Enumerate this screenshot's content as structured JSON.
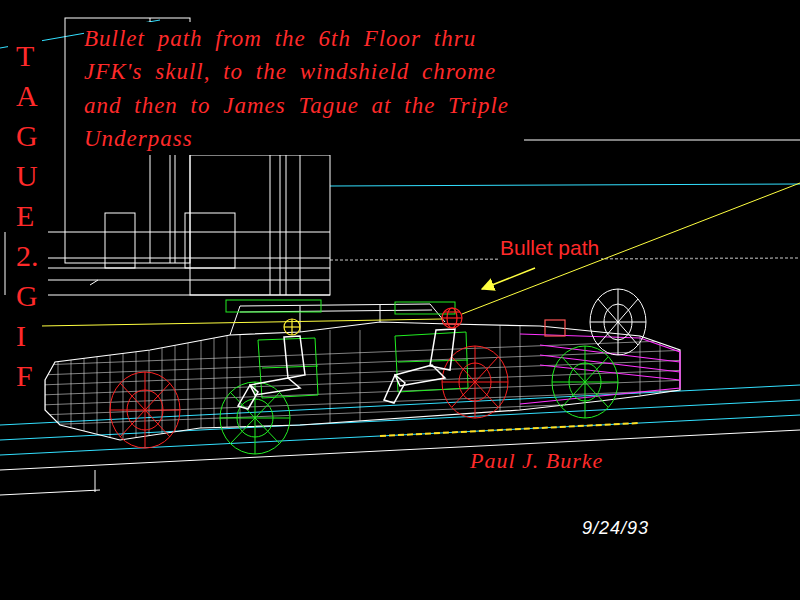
{
  "diagram": {
    "title": "Bullet path from the 6th Floor thru JFK's skull, to the windshield chrome and then to James Tague at the Triple Underpass",
    "labels": [
      "TAGUE2.GIF",
      "Bullet path",
      "Paul J. Burke",
      "9/24/93"
    ]
  }
}
